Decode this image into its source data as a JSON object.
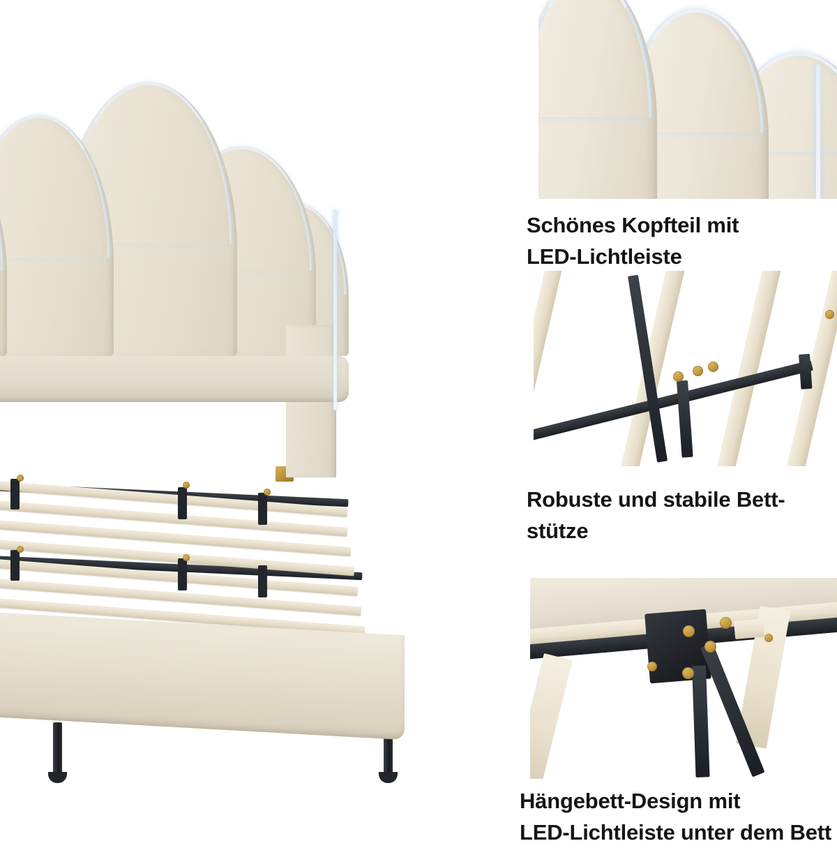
{
  "product": {
    "name": "Gepolstertes Bettgestell mit LED-Beleuchtung",
    "upholstery_color_hex": "#e7e0d0",
    "metal_color_hex": "#23272c",
    "wood_color_hex": "#ece4d2",
    "led_color_hex": "#eaf2fa",
    "brass_color_hex": "#c9a23f",
    "background_hex": "#ffffff",
    "caption_color_hex": "#151515"
  },
  "main_image": {
    "alt": "Gepolstertes Bett mit muschelfoermigem Kopfteil, Lattenrost und schwarzen Metallbeinen",
    "parts": {
      "headboard": "Muschel-/Blütenblatt-Kopfteil",
      "led_strip": "LED-Lichtleiste entlang der Kopfteilkontur",
      "slats": "Holzlatten",
      "rails": "Schwarze Metallschienen",
      "legs": "Schwarze Metallbeine"
    }
  },
  "features": [
    {
      "id": "headboard-led",
      "image_alt": "Nahaufnahme des Kopfteils mit LED-Lichtleiste",
      "caption_lines": [
        "Schönes Kopfteil mit",
        "LED-Lichtleiste"
      ]
    },
    {
      "id": "bed-support",
      "image_alt": "Nahaufnahme der Holzlatten auf schwarzen Metallstreben mit Messingschrauben",
      "caption_lines": [
        "Robuste und stabile Bett-",
        "stütze"
      ]
    },
    {
      "id": "floating-design",
      "image_alt": "Nahaufnahme der Metallhalterung unter dem Bettrahmen",
      "caption_lines": [
        "Hängebett-Design mit",
        "LED-Lichtleiste unter dem Bett"
      ]
    }
  ]
}
